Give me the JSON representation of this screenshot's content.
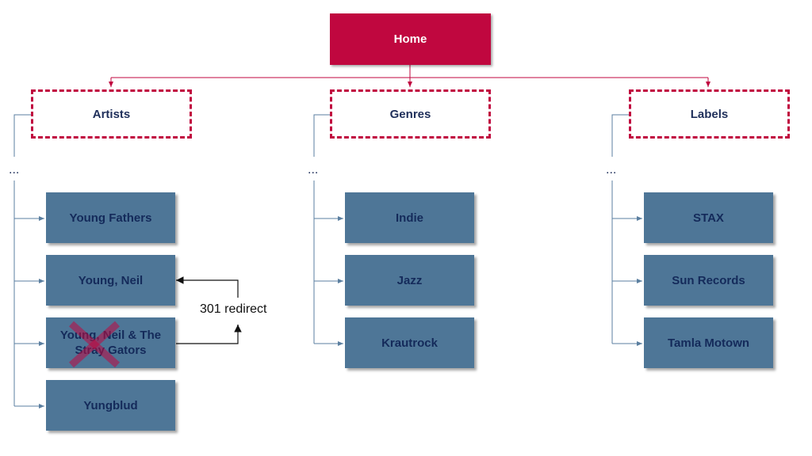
{
  "home": {
    "label": "Home"
  },
  "categories": [
    {
      "label": "Artists",
      "ellipsis": "...",
      "children": [
        "Young Fathers",
        "Young, Neil",
        "Young, Neil & The Stray Gators",
        "Yungblud"
      ]
    },
    {
      "label": "Genres",
      "ellipsis": "...",
      "children": [
        "Indie",
        "Jazz",
        "Krautrock"
      ]
    },
    {
      "label": "Labels",
      "ellipsis": "...",
      "children": [
        "STAX",
        "Sun Records",
        "Tamla Motown"
      ]
    }
  ],
  "redirect": {
    "label": "301 redirect",
    "struck_item": "Young, Neil & The Stray Gators"
  },
  "colors": {
    "home": "#c0073f",
    "leaf": "#4e7697",
    "connector": "#5b7fa0",
    "cross": "#c0073f"
  }
}
